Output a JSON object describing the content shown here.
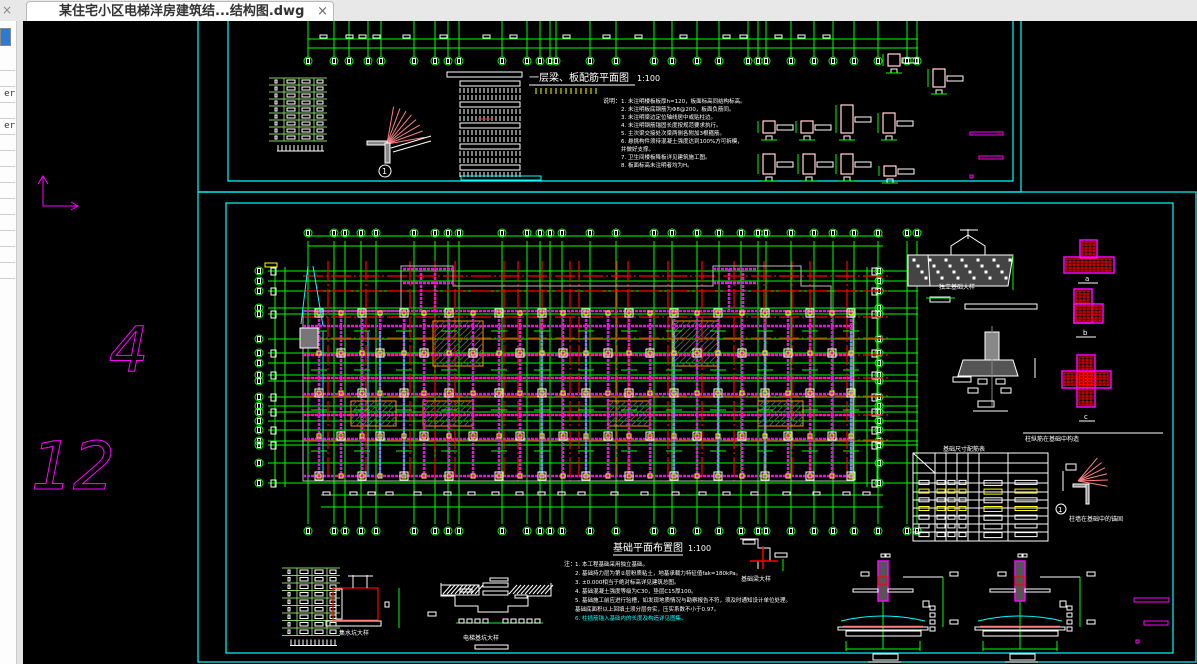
{
  "window": {
    "tab_title": "某住宅小区电梯洋房建筑结...结构图.dwg",
    "prev_tab_close": "×",
    "tab_close": "×"
  },
  "left_panel": {
    "rows": [
      "",
      "",
      "er",
      "",
      "er",
      "",
      "",
      "",
      "",
      "",
      "",
      "",
      "",
      ""
    ]
  },
  "canvas": {
    "background": "#000000",
    "colors": {
      "frame": "#00ffff",
      "axis": "#00ff00",
      "grid_red": "#ff0000",
      "beam": "#ff00ff",
      "text": "#ffffff",
      "yellow": "#ffff00",
      "orange": "#ff9900",
      "pink": "#ff8080"
    },
    "ucs_icon": "ucs-axis-icon",
    "viewport_numbers": [
      "4",
      "12"
    ],
    "drawings": {
      "top_sheet": {
        "title": "一层梁、板配筋平面图",
        "scale": "1:100",
        "notes_label": "说明：",
        "notes": [
          "1. 未注明楼板板厚h=120，板面标高同结构标高。",
          "2. 未注明板底钢筋为Φ8@200，板面负筋同。",
          "3. 未注明梁边定位轴线居中或贴柱边。",
          "4. 未注明钢筋锚固长度按规范要求执行。",
          "5. 主次梁交接处次梁两侧各附加3根箍筋。",
          "6. 悬挑构件须待混凝土强度达到100%方可拆模，",
          "并做好支撑。",
          "7. 卫生间楼板降板详见建筑施工图。",
          "8. 板面标高未注明者均为H。"
        ],
        "detail_marker": "1"
      },
      "bottom_sheet": {
        "title": "基础平面布置图",
        "scale": "1:100",
        "notes_label": "注：",
        "notes": [
          "1. 本工程基础采用独立基础。",
          "2. 基础持力层为第②层粉质粘土，地基承载力特征值fak=180kPa。",
          "3. ±0.000相当于绝对标高详见建筑总图。",
          "4. 基础混凝土强度等级为C30，垫层C15厚100。",
          "5. 基础施工前应进行验槽，如发现地质情况与勘察报告不符，须及时通知设计单位处理。",
          "基础底面积以上回填土须分层夯实，压实系数不小于0.97。",
          "6. 柱插筋锚入基础内的长度及构造详见图集。"
        ],
        "detail_labels": [
          "独立基础大样",
          "集水坑大样",
          "电梯基坑大样",
          "基础梁大样",
          "柱纵筋在基础中构造",
          "基础尺寸配筋表",
          "柱墙在基础中的锚固"
        ],
        "section_labels": [
          "a",
          "b",
          "c"
        ],
        "detail_marker": "1"
      }
    }
  }
}
